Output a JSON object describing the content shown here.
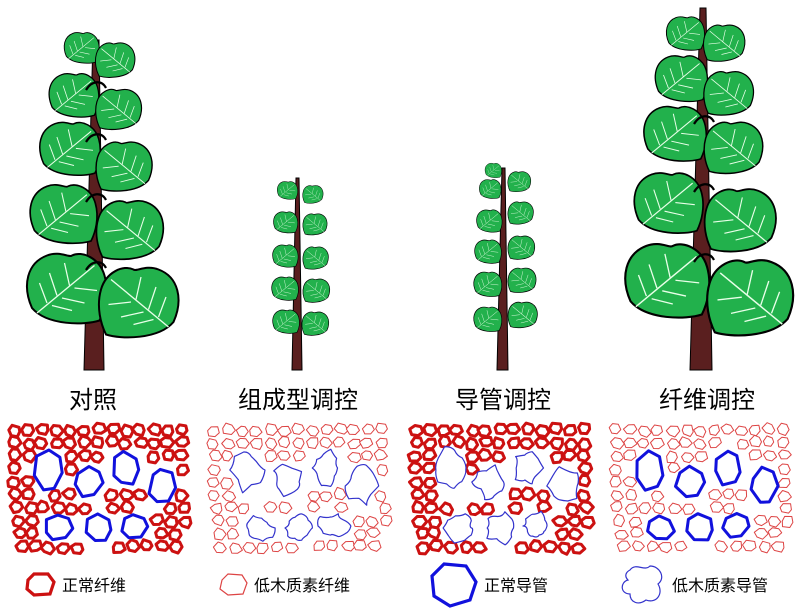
{
  "columns": [
    {
      "label": "对照"
    },
    {
      "label": "组成型调控"
    },
    {
      "label": "导管调控"
    },
    {
      "label": "纤维调控"
    }
  ],
  "legend": [
    {
      "label": "正常纤维"
    },
    {
      "label": "低木质素纤维"
    },
    {
      "label": "正常导管"
    },
    {
      "label": "低木质素导管"
    }
  ],
  "colors": {
    "leaf": "#22b14c",
    "leaf_dark": "#1a8a3a",
    "trunk": "#5a1f1f",
    "normal_fiber": "#cc1111",
    "low_lignin_fiber": "#dd4444",
    "normal_vessel": "#1111dd",
    "low_lignin_vessel": "#3333cc"
  }
}
